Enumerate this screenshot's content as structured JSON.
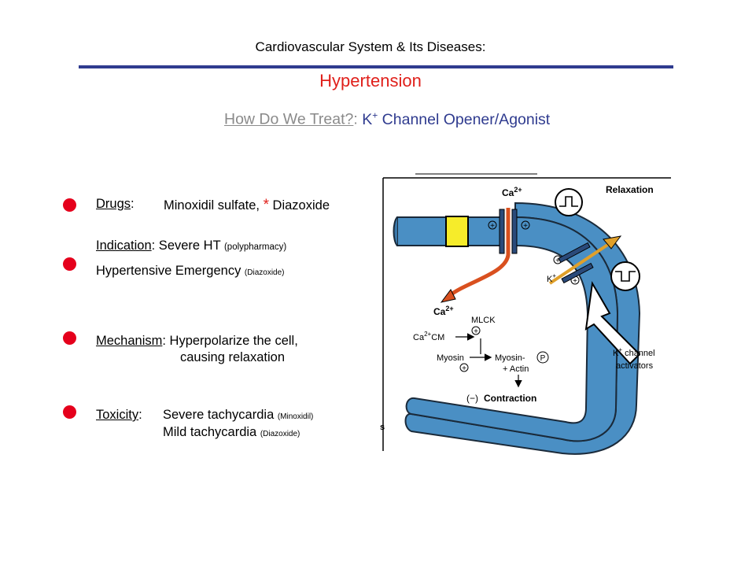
{
  "header": {
    "title": "Cardiovascular System & Its Diseases:",
    "subtitle": "Hypertension",
    "treat_question": "How Do We Treat?",
    "treat_colon": ":",
    "treat_k": "K",
    "treat_plus": "+",
    "treat_rest": " Channel Opener/Agonist"
  },
  "colors": {
    "rule": "#2f3b8f",
    "subtitle": "#e0201b",
    "treat_answer": "#2f3b8f",
    "question": "#8a8a8a",
    "bullet": "#e5001c",
    "vessel": "#4a8fc4",
    "calcium_arrow": "#d9501f",
    "channel_arrow": "#e0a02a"
  },
  "sections": {
    "drugs": {
      "label": "Drugs",
      "colon": ":",
      "text_a": "Minoxidil sulfate, ",
      "star": "*",
      "text_b": " Diazoxide"
    },
    "indication": {
      "label": "Indication",
      "text1": ": Severe HT ",
      "note1": "(polypharmacy)",
      "text2": "Hypertensive Emergency ",
      "note2": "(Diazoxide)"
    },
    "mechanism": {
      "label": "Mechanism",
      "text1": ": Hyperpolarize the cell,",
      "text2": "causing relaxation"
    },
    "toxicity": {
      "label": "Toxicity",
      "colon": ":",
      "text1": "Severe tachycardia ",
      "note1": "(Minoxidil)",
      "text2": "Mild tachycardia ",
      "note2": "(Diazoxide)"
    }
  },
  "figure": {
    "relaxation": "Relaxation",
    "ca_top": "Ca",
    "ca_top_sup": "2+",
    "ca_mid": "Ca",
    "ca_mid_sup": "2+",
    "k_label": "K",
    "k_sup": "+",
    "mlck": "MLCK",
    "ca_cm": "Ca",
    "ca_cm_sup": "2+",
    "ca_cm_rest": "CM",
    "myosin": "Myosin",
    "myosin_p": "Myosin-",
    "p_symbol": "P",
    "actin": "+ Actin",
    "contraction_sign": "(−)",
    "contraction": "Contraction",
    "activators_line1": "K",
    "activators_sup": "+",
    "activators_line1_rest": " channel",
    "activators_line2": "activators",
    "plus": "+",
    "edge_letter": "s"
  }
}
